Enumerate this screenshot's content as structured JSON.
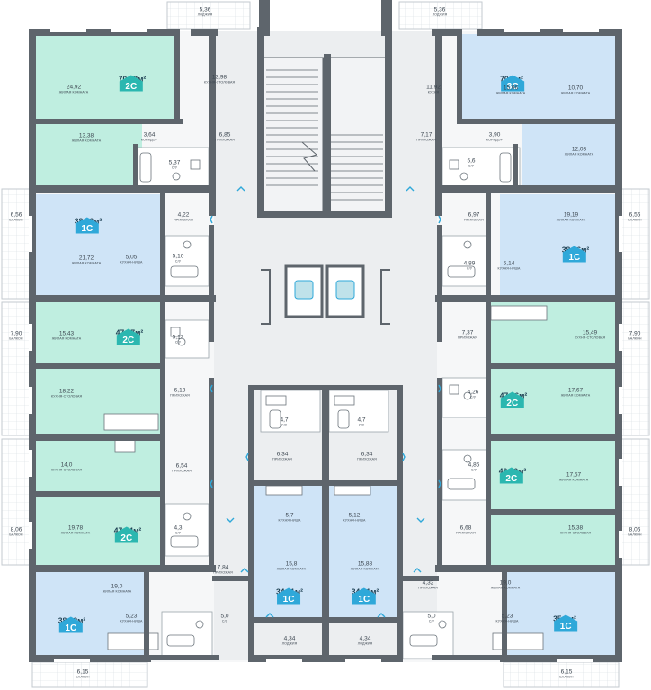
{
  "colors": {
    "wall": "#5e656c",
    "floor": "#f2f3f5",
    "teal": "#bfeee0",
    "blue": "#cfe4f7",
    "balcony_line": "#cfd5da",
    "badge_teal": "#2bb7b0",
    "badge_blue": "#2fa8d9",
    "stair_line": "#5e656c"
  },
  "apartments": [
    {
      "id": "a1",
      "area": "70,82м²",
      "type": "2С",
      "color": "badge_teal"
    },
    {
      "id": "a2",
      "area": "70,0м²",
      "type": "3С",
      "color": "badge_blue"
    },
    {
      "id": "a3",
      "area": "38,06м²",
      "type": "1С",
      "color": "badge_blue"
    },
    {
      "id": "a4",
      "area": "38,16м²",
      "type": "1С",
      "color": "badge_blue"
    },
    {
      "id": "a5",
      "area": "47,27м²",
      "type": "2С",
      "color": "badge_teal"
    },
    {
      "id": "a6",
      "area": "47,16м²",
      "type": "2С",
      "color": "badge_teal"
    },
    {
      "id": "a7",
      "area": "46,90м²",
      "type": "2С",
      "color": "badge_teal"
    },
    {
      "id": "a8",
      "area": "47,04м²",
      "type": "2С",
      "color": "badge_teal"
    },
    {
      "id": "a9",
      "area": "34,11м²",
      "type": "1С",
      "color": "badge_blue"
    },
    {
      "id": "a10",
      "area": "34,21м²",
      "type": "1С",
      "color": "badge_blue"
    },
    {
      "id": "a11",
      "area": "38,92м²",
      "type": "1С",
      "color": "badge_blue"
    },
    {
      "id": "a12",
      "area": "35,4м²",
      "type": "1С",
      "color": "badge_blue"
    }
  ],
  "rooms": [
    {
      "v": "5,36",
      "n": "лоджия"
    },
    {
      "v": "5,36",
      "n": "лоджия"
    },
    {
      "v": "24,92",
      "n": "жилая комната"
    },
    {
      "v": "13,98",
      "n": "кухня-столовая"
    },
    {
      "v": "11,92",
      "n": "кухня"
    },
    {
      "v": "15,96",
      "n": "жилая комната"
    },
    {
      "v": "10,70",
      "n": "жилая комната"
    },
    {
      "v": "13,38",
      "n": "жилая комната"
    },
    {
      "v": "3,64",
      "n": "коридор"
    },
    {
      "v": "6,85",
      "n": "прихожая"
    },
    {
      "v": "7,17",
      "n": "прихожая"
    },
    {
      "v": "3,90",
      "n": "коридор"
    },
    {
      "v": "12,03",
      "n": "жилая комната"
    },
    {
      "v": "5,37",
      "n": "с/у"
    },
    {
      "v": "5,6",
      "n": "с/у"
    },
    {
      "v": "6,56",
      "n": "балкон"
    },
    {
      "v": "4,22",
      "n": "прихожая"
    },
    {
      "v": "6,97",
      "n": "прихожая"
    },
    {
      "v": "19,19",
      "n": "жилая комната"
    },
    {
      "v": "6,56",
      "n": "балкон"
    },
    {
      "v": "21,72",
      "n": "жилая комната"
    },
    {
      "v": "5,05",
      "n": "кухня-ниша"
    },
    {
      "v": "5,10",
      "n": "с/у"
    },
    {
      "v": "4,89",
      "n": "с/у"
    },
    {
      "v": "5,14",
      "n": "кухня-ниша"
    },
    {
      "v": "7,90",
      "n": "балкон"
    },
    {
      "v": "15,43",
      "n": "жилая комната"
    },
    {
      "v": "5,12",
      "n": "с/у"
    },
    {
      "v": "7,37",
      "n": "прихожая"
    },
    {
      "v": "15,49",
      "n": "кухня-столовая"
    },
    {
      "v": "7,90",
      "n": "балкон"
    },
    {
      "v": "18,22",
      "n": "кухня-столовая"
    },
    {
      "v": "6,13",
      "n": "прихожая"
    },
    {
      "v": "4,26",
      "n": "с/у"
    },
    {
      "v": "17,67",
      "n": "жилая комната"
    },
    {
      "v": "4,7",
      "n": "с/у"
    },
    {
      "v": "4,7",
      "n": "с/у"
    },
    {
      "v": "6,34",
      "n": "прихожая"
    },
    {
      "v": "6,34",
      "n": "прихожая"
    },
    {
      "v": "14,0",
      "n": "кухня-столовая"
    },
    {
      "v": "6,54",
      "n": "прихожая"
    },
    {
      "v": "4,85",
      "n": "с/у"
    },
    {
      "v": "17,57",
      "n": "жилая комната"
    },
    {
      "v": "5,7",
      "n": "кухня-ниша"
    },
    {
      "v": "5,12",
      "n": "кухня-ниша"
    },
    {
      "v": "8,06",
      "n": "балкон"
    },
    {
      "v": "19,78",
      "n": "жилая комната"
    },
    {
      "v": "4,3",
      "n": "с/у"
    },
    {
      "v": "6,68",
      "n": "прихожая"
    },
    {
      "v": "15,38",
      "n": "кухня-столовая"
    },
    {
      "v": "8,06",
      "n": "балкон"
    },
    {
      "v": "15,8",
      "n": "жилая комната"
    },
    {
      "v": "15,88",
      "n": "жилая комната"
    },
    {
      "v": "7,84",
      "n": "прихожая"
    },
    {
      "v": "4,32",
      "n": "прихожая"
    },
    {
      "v": "19,0",
      "n": "жилая комната"
    },
    {
      "v": "19,0",
      "n": "жилая комната"
    },
    {
      "v": "5,23",
      "n": "кухня-ниша"
    },
    {
      "v": "5,0",
      "n": "с/у"
    },
    {
      "v": "5,0",
      "n": "с/у"
    },
    {
      "v": "5,23",
      "n": "кухня-ниша"
    },
    {
      "v": "4,34",
      "n": "лоджия"
    },
    {
      "v": "4,34",
      "n": "лоджия"
    },
    {
      "v": "6,15",
      "n": "балкон"
    },
    {
      "v": "6,15",
      "n": "балкон"
    }
  ]
}
